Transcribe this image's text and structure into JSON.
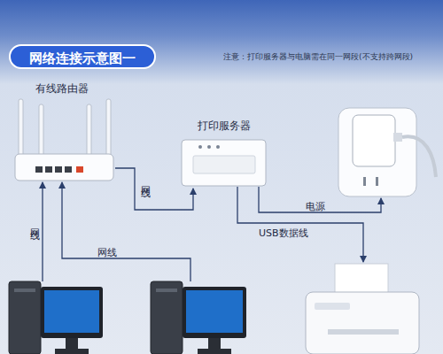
{
  "diagram": {
    "title": "网络连接示意图一",
    "nodes": [
      {
        "text": [
          "有线路由器"
        ]
      },
      {
        "text": [
          "打印服务器"
        ]
      }
    ],
    "edges": [
      {
        "from": 0,
        "to": 1,
        "label": "网线",
        "arrow": "to"
      }
    ],
    "labels": [
      "网线",
      "网线",
      "电源",
      "USB数据线",
      "注意：打印服务器与电脑需在同一网段(不支持跨网段)"
    ]
  }
}
